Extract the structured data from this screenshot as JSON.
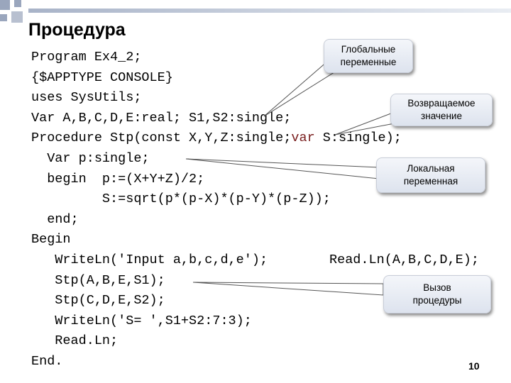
{
  "title": "Процедура",
  "code": {
    "l1": "Program Ex4_2;",
    "l2": "{$APPTYPE CONSOLE}",
    "l3": "uses SysUtils;",
    "l4": "Var A,B,C,D,E:real; S1,S2:single;",
    "l5a": "Procedure Stp(const X,Y,Z:single;",
    "l5kw": "var",
    "l5b": " S:single);",
    "l6": "  Var p:single;",
    "l7": "  begin  p:=(X+Y+Z)/2;",
    "l8": "         S:=sqrt(p*(p-X)*(p-Y)*(p-Z));",
    "l9": "  end;",
    "l10": "Begin",
    "l11a": "   WriteLn('Input a,b,c,d,e');",
    "l11b": "Read.Ln(A,B,C,D,E);",
    "l12": "   Stp(A,B,E,S1);",
    "l13": "   Stp(C,D,E,S2);",
    "l14": "   WriteLn('S= ',S1+S2:7:3);",
    "l15": "   Read.Ln;",
    "l16": "End."
  },
  "callouts": {
    "global_1": "Глобальные",
    "global_2": "переменные",
    "return_1": "Возвращаемое",
    "return_2": "значение",
    "local_1": "Локальная",
    "local_2": "переменная",
    "call_1": "Вызов",
    "call_2": "процедуры"
  },
  "page_number": "10",
  "colors": {
    "keyword": "#7a1f1f",
    "accent": "#9aa6bd",
    "callout_bg": "#e6eaf2"
  }
}
